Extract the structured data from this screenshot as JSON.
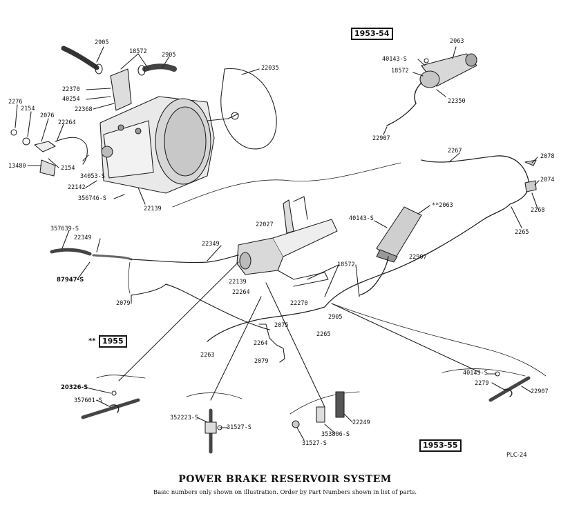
{
  "title": "POWER BRAKE RESERVOIR SYSTEM",
  "subtitle": "Basic numbers only shown on illustration.  Order by Part Numbers shown in list of parts.",
  "plate_code": "PLC-24",
  "year_boxes": {
    "y1953_54": "1953-54",
    "y1955": "1955",
    "y1955_prefix": "**",
    "y1953_55": "1953-55"
  },
  "part_labels": [
    {
      "id": "l01",
      "text": "2905"
    },
    {
      "id": "l02",
      "text": "18572"
    },
    {
      "id": "l03",
      "text": "2905"
    },
    {
      "id": "l04",
      "text": "22035"
    },
    {
      "id": "l05",
      "text": "22370"
    },
    {
      "id": "l06",
      "text": "40254"
    },
    {
      "id": "l07",
      "text": "22368"
    },
    {
      "id": "l08",
      "text": "2276"
    },
    {
      "id": "l09",
      "text": "2154"
    },
    {
      "id": "l10",
      "text": "2076"
    },
    {
      "id": "l11",
      "text": "22264"
    },
    {
      "id": "l12",
      "text": "13480"
    },
    {
      "id": "l13",
      "text": "2154"
    },
    {
      "id": "l14",
      "text": "34053-S"
    },
    {
      "id": "l15",
      "text": "22142"
    },
    {
      "id": "l16",
      "text": "356746-S"
    },
    {
      "id": "l17",
      "text": "22139"
    },
    {
      "id": "l18",
      "text": "2063"
    },
    {
      "id": "l19",
      "text": "40143-S"
    },
    {
      "id": "l20",
      "text": "18572"
    },
    {
      "id": "l21",
      "text": "22350"
    },
    {
      "id": "l22",
      "text": "22907"
    },
    {
      "id": "l23",
      "text": "2267"
    },
    {
      "id": "l24",
      "text": "2078"
    },
    {
      "id": "l25",
      "text": "2074"
    },
    {
      "id": "l26",
      "text": "2268"
    },
    {
      "id": "l27",
      "text": "**2063"
    },
    {
      "id": "l28",
      "text": "40143-S"
    },
    {
      "id": "l29",
      "text": "2265"
    },
    {
      "id": "l30",
      "text": "22027"
    },
    {
      "id": "l31",
      "text": "357639-S"
    },
    {
      "id": "l32",
      "text": "22349"
    },
    {
      "id": "l33",
      "text": "22349"
    },
    {
      "id": "l34",
      "text": "87947-S"
    },
    {
      "id": "l35",
      "text": "22907"
    },
    {
      "id": "l36",
      "text": "18572"
    },
    {
      "id": "l37",
      "text": "22139"
    },
    {
      "id": "l38",
      "text": "22264"
    },
    {
      "id": "l39",
      "text": "2079"
    },
    {
      "id": "l40",
      "text": "22270"
    },
    {
      "id": "l41",
      "text": "2905"
    },
    {
      "id": "l42",
      "text": "2075"
    },
    {
      "id": "l43",
      "text": "2265"
    },
    {
      "id": "l44",
      "text": "2264"
    },
    {
      "id": "l45",
      "text": "2263"
    },
    {
      "id": "l46",
      "text": "2079"
    },
    {
      "id": "l47",
      "text": "40143-S"
    },
    {
      "id": "l48",
      "text": "2279"
    },
    {
      "id": "l49",
      "text": "22907"
    },
    {
      "id": "l50",
      "text": "20326-S"
    },
    {
      "id": "l51",
      "text": "357601-S"
    },
    {
      "id": "l52",
      "text": "352223-S"
    },
    {
      "id": "l53",
      "text": "31527-S"
    },
    {
      "id": "l54",
      "text": "353806-S"
    },
    {
      "id": "l55",
      "text": "22249"
    },
    {
      "id": "l56",
      "text": "31527-S"
    }
  ]
}
